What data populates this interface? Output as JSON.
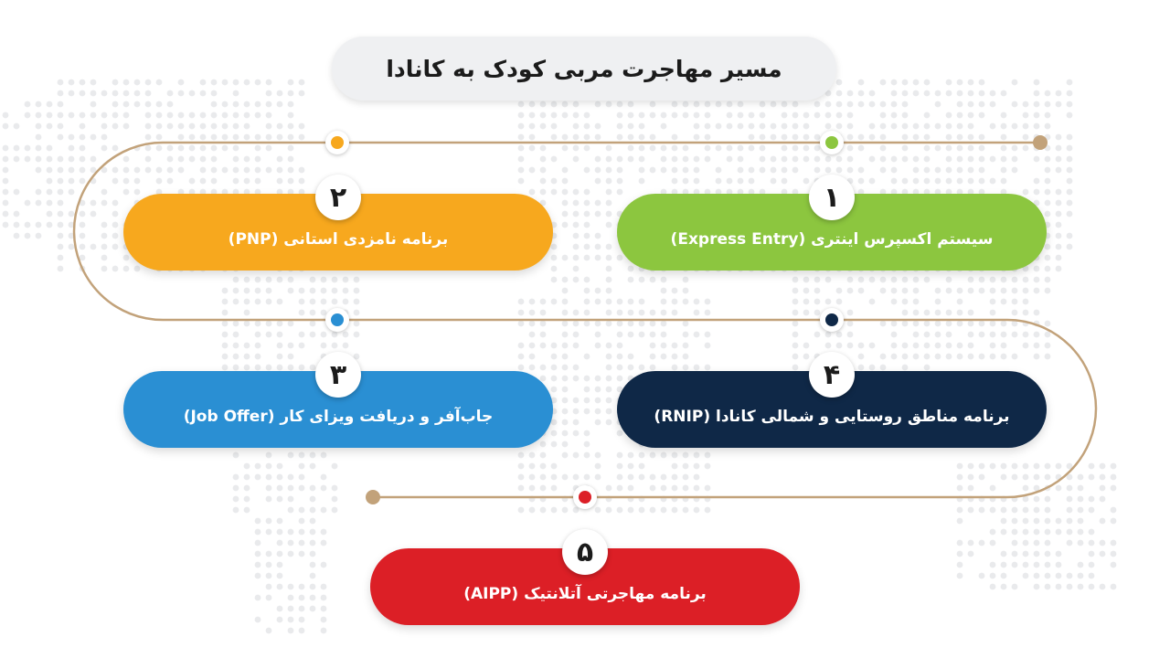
{
  "title": "مسیر مهاجرت مربی کودک به کانادا",
  "colors": {
    "path_line": "#c2a27a",
    "title_bg": "#eff0f2",
    "map_dots": "#e9eaec"
  },
  "steps": [
    {
      "number": "۱",
      "label": "سیستم اکسپرس اینتری (Express Entry)",
      "color": "#8cc63f"
    },
    {
      "number": "۲",
      "label": "برنامه نامزدی استانی (PNP)",
      "color": "#f7a81e"
    },
    {
      "number": "۳",
      "label": "جاب‌آفر و دریافت ویزای کار (Job Offer)",
      "color": "#2a8fd3"
    },
    {
      "number": "۴",
      "label": "برنامه مناطق روستایی و شمالی کانادا (RNIP)",
      "color": "#0f2847"
    },
    {
      "number": "۵",
      "label": "برنامه مهاجرتی آتلانتیک (AIPP)",
      "color": "#dc1f26"
    }
  ]
}
